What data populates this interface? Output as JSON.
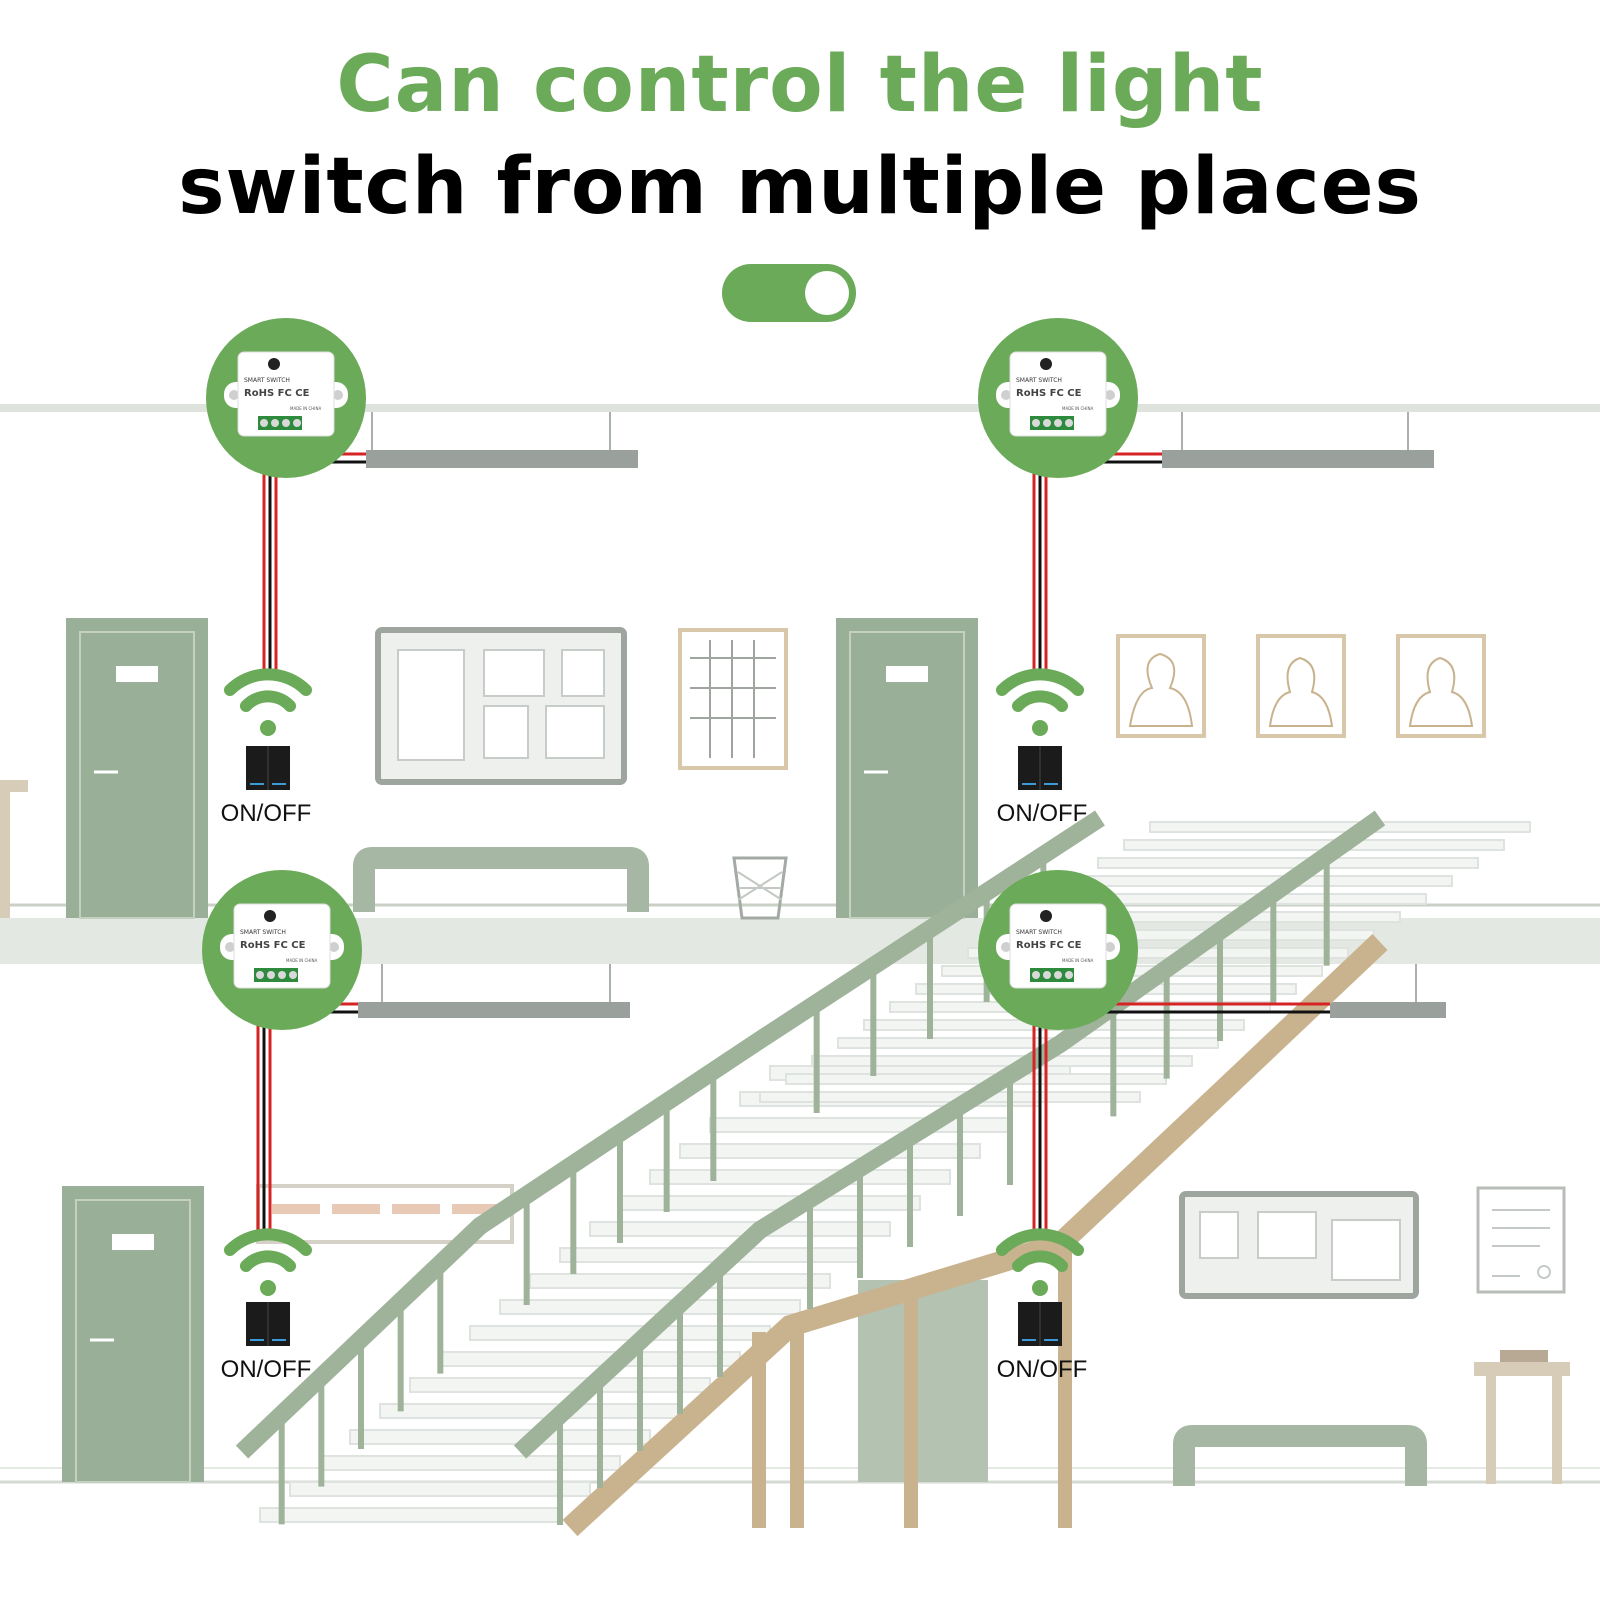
{
  "headline": {
    "line1": "Can control the light",
    "line2": "switch from multiple places"
  },
  "colors": {
    "accent_green": "#6aaa58",
    "wire_red": "#d62424",
    "wire_black": "#111111",
    "building_grey_green": "#9fb39a",
    "stair_wood": "#c9b38f"
  },
  "toggle": {
    "state": "on",
    "icon": "toggle-switch-icon"
  },
  "modules": [
    {
      "id": "top-left",
      "text": "SMART SWITCH",
      "marks": [
        "RoHS",
        "FC",
        "CE"
      ],
      "footer": "MADE IN CHINA"
    },
    {
      "id": "top-right",
      "text": "SMART SWITCH",
      "marks": [
        "RoHS",
        "FC",
        "CE"
      ],
      "footer": "MADE IN CHINA"
    },
    {
      "id": "bottom-left",
      "text": "SMART SWITCH",
      "marks": [
        "RoHS",
        "FC",
        "CE"
      ],
      "footer": "MADE IN CHINA"
    },
    {
      "id": "bottom-right",
      "text": "SMART SWITCH",
      "marks": [
        "RoHS",
        "FC",
        "CE"
      ],
      "footer": "MADE IN CHINA"
    }
  ],
  "remotes": [
    {
      "id": "top-left",
      "label": "ON/OFF",
      "icon": "wifi-icon"
    },
    {
      "id": "top-right",
      "label": "ON/OFF",
      "icon": "wifi-icon"
    },
    {
      "id": "bottom-left",
      "label": "ON/OFF",
      "icon": "wifi-icon"
    },
    {
      "id": "bottom-right",
      "label": "ON/OFF",
      "icon": "wifi-icon"
    }
  ]
}
